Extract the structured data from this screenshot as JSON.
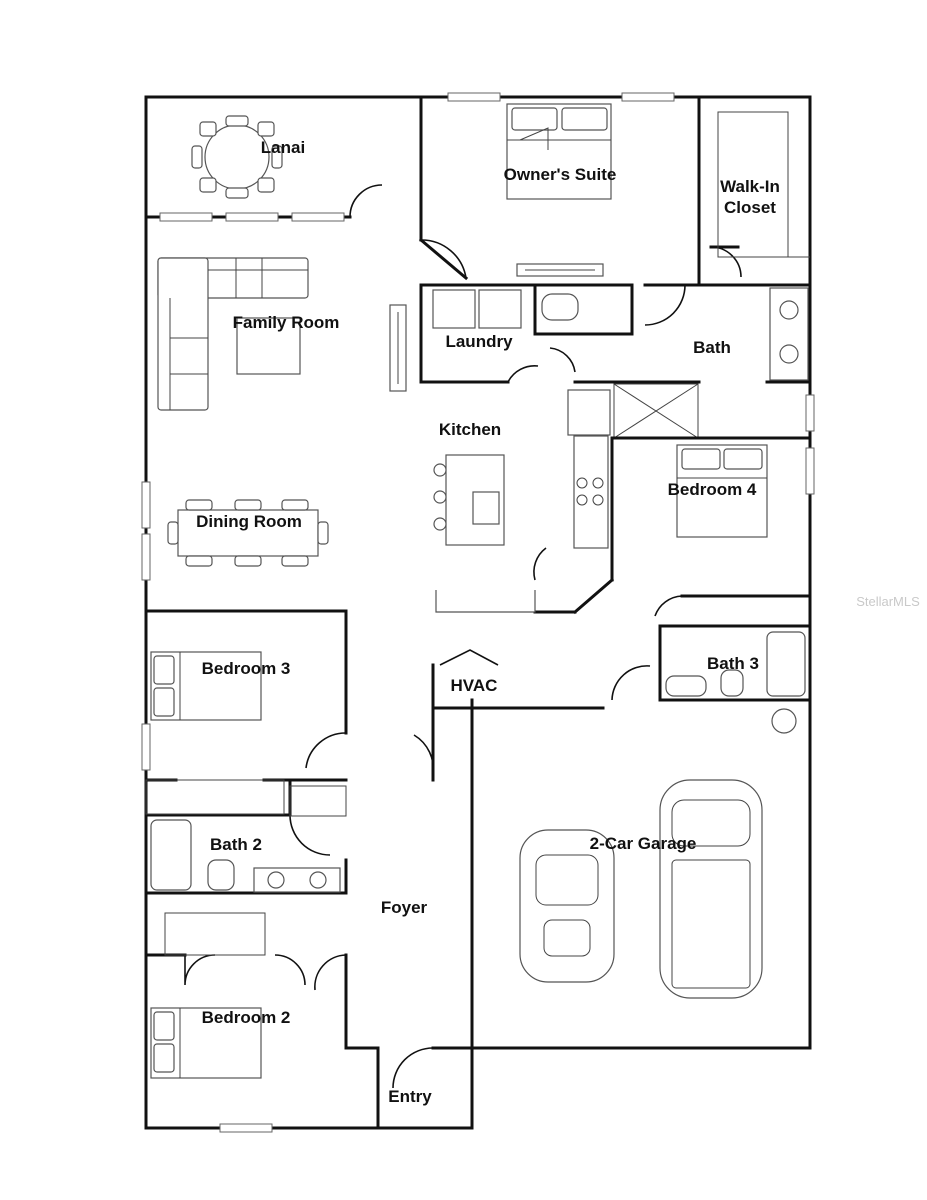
{
  "rooms": {
    "lanai": "Lanai",
    "owners_suite": "Owner's Suite",
    "walk_in_closet_line1": "Walk-In",
    "walk_in_closet_line2": "Closet",
    "family_room": "Family Room",
    "laundry": "Laundry",
    "bath": "Bath",
    "kitchen": "Kitchen",
    "bedroom_4": "Bedroom 4",
    "dining_room": "Dining Room",
    "bedroom_3": "Bedroom 3",
    "hvac": "HVAC",
    "bath_3": "Bath 3",
    "bath_2": "Bath 2",
    "two_car_garage": "2-Car Garage",
    "foyer": "Foyer",
    "bedroom_2": "Bedroom 2",
    "entry": "Entry"
  },
  "watermark": "StellarMLS"
}
